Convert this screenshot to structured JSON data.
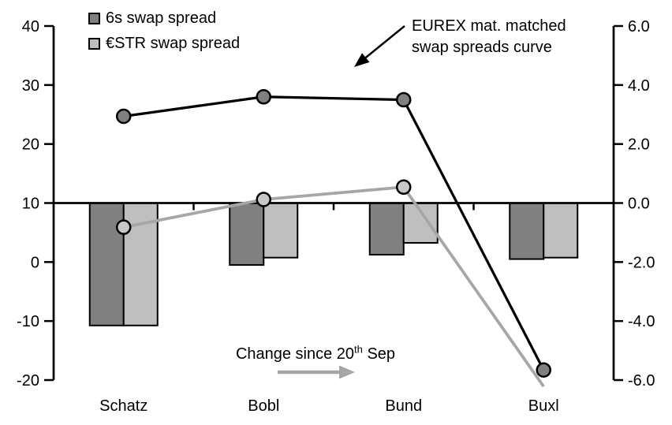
{
  "legend": {
    "items": [
      {
        "label": "6s swap spread",
        "color": "#808080"
      },
      {
        "label": "€STR swap spread",
        "color": "#BFBFBF"
      }
    ]
  },
  "annotation": {
    "line1": "EUREX mat. matched",
    "line2": "swap spreads curve"
  },
  "change_label": {
    "prefix": "Change since 20",
    "superscript": "th",
    "suffix": " Sep"
  },
  "colors": {
    "dark_gray_fill": "#808080",
    "light_gray_fill": "#BFBFBF",
    "light_marker_fill": "#C8C8C8",
    "gray_line": "#A6A6A6",
    "black": "#000000"
  },
  "chart_data": {
    "type": "combo",
    "title": "",
    "categories": [
      "Schatz",
      "Bobl",
      "Bund",
      "Buxl"
    ],
    "grid": false,
    "legend_position": "top-left",
    "left_axis": {
      "min": -20,
      "max": 40,
      "tick_values": [
        40,
        30,
        20,
        10,
        0,
        -10,
        -20
      ],
      "tick_labels": [
        "40",
        "30",
        "20",
        "10",
        "0",
        "-10",
        "-20"
      ]
    },
    "right_axis": {
      "min": -6,
      "max": 6,
      "tick_values": [
        6,
        4,
        2,
        0,
        -2,
        -4,
        -6
      ],
      "tick_labels": [
        "6.0",
        "4.0",
        "2.0",
        "0.0",
        "-2.0",
        "-4.0",
        "-6.0"
      ]
    },
    "series": [
      {
        "name": "6s swap spread change since 20th Sep",
        "type": "bar",
        "axis": "right",
        "fill": "#808080",
        "values": [
          -4.15,
          -2.1,
          -1.75,
          -1.9
        ]
      },
      {
        "name": "€STR swap spread change since 20th Sep",
        "type": "bar",
        "axis": "right",
        "fill": "#BFBFBF",
        "values": [
          -4.15,
          -1.85,
          -1.35,
          -1.85
        ]
      },
      {
        "name": "€STR swap spread",
        "type": "line",
        "axis": "left",
        "line_color": "#A6A6A6",
        "marker_fill": "#C8C8C8",
        "values": [
          5.9,
          10.6,
          12.7,
          -21.1
        ],
        "hidden_marker_indices": [
          3
        ]
      },
      {
        "name": "6s swap spread",
        "type": "line",
        "axis": "left",
        "line_color": "#000000",
        "marker_fill": "#808080",
        "values": [
          24.7,
          28.0,
          27.5,
          -18.3
        ],
        "hidden_marker_indices": []
      }
    ]
  }
}
